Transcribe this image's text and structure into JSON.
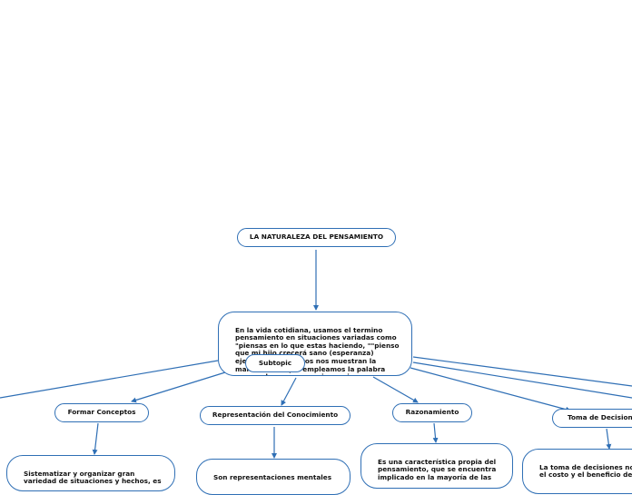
{
  "map": {
    "root": "LA NATURALEZA DEL PENSAMIENTO",
    "central": "En la vida cotidiana, usamos el termino\npensamiento en situaciones variadas como\n\"piensas en lo que estas haciendo, \"\"pienso\nque mi hijo crecerá sano (esperanza)\nejemplos como estos nos muestran la\nmanera en la que empleamos la palabra\npensar de una manera imprecisa.",
    "subtopic": "Subtopic",
    "branches": [
      {
        "label": "Formar Conceptos",
        "detail": "Sistematizar y organizar gran\nvariedad de situaciones y hechos, es"
      },
      {
        "label": "Representación del Conocimiento",
        "detail": "Son representaciones mentales"
      },
      {
        "label": "Razonamiento",
        "detail": "Es una característica propia del\npensamiento, que se encuentra\nimplicado en la mayoría de las"
      },
      {
        "label": "Toma de Decisiones",
        "detail": "La toma de decisiones nos\nel costo y el beneficio de s"
      }
    ]
  },
  "colors": {
    "border": "#2f6fb5",
    "connector": "#2f6fb5"
  }
}
